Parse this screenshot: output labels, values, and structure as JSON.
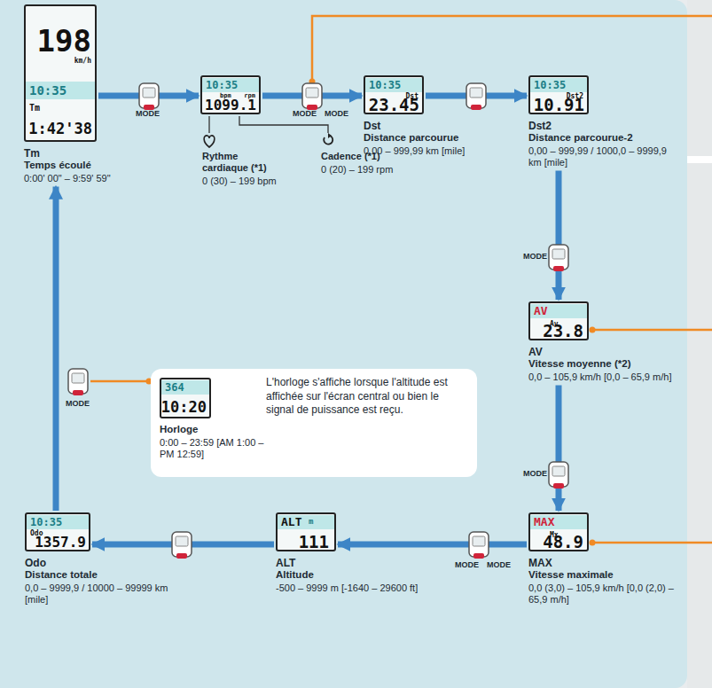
{
  "diagram": {
    "nodes": [
      {
        "text": [
          "198",
          "km/h",
          "10:35",
          "Tm",
          "1:42'38",
          "Tm",
          "Temps écoulé",
          "0:00' 00\" – 9:59' 59\""
        ]
      },
      {
        "text": [
          "10:35",
          "bpm",
          "rpm",
          "109",
          "9.1"
        ]
      },
      {
        "text": [
          "10:35",
          "Dst",
          "23.45",
          "Dst",
          "Distance parcourue",
          "0,00 – 999,99 km [mile]"
        ]
      },
      {
        "text": [
          "10:35",
          "Dst2",
          "10.91",
          "Dst2",
          "Distance parcourue-2",
          "0,00 – 999,99 / 1000,0 – 9999,9 km [mile]"
        ]
      },
      {
        "text": [
          "AV",
          "Av",
          "23.8",
          "AV",
          "Vitesse moyenne (*2)",
          "0,0 – 105,9 km/h [0,0 – 65,9 m/h]"
        ]
      },
      {
        "text": [
          "MAX",
          "Mx",
          "48.9",
          "MAX",
          "Vitesse maximale",
          "0,0 (3,0) – 105,9 km/h [0,0 (2,0) – 65,9 m/h]"
        ]
      },
      {
        "text": [
          "ALT",
          "m",
          "111",
          "ALT",
          "Altitude",
          "-500 – 9999 m [-1640 – 29600 ft]"
        ]
      },
      {
        "text": [
          "10:35",
          "Odo",
          "1357.9",
          "Odo",
          "Distance totale",
          "0,0 – 9999,9 / 10000 – 99999 km [mile]"
        ]
      },
      {
        "text": [
          "364",
          "10:20",
          "Horloge",
          "0:00 – 23:59 [AM 1:00 – PM 12:59]",
          "L'horloge s'affiche lorsque l'altitude est affichée sur l'écran central ou bien le signal de puissance est reçu."
        ]
      }
    ],
    "edges": [
      {
        "from": 0,
        "to": 1,
        "arrow": "to"
      },
      {
        "from": 1,
        "to": 2,
        "arrow": "to"
      },
      {
        "from": 2,
        "to": 3,
        "arrow": "to"
      },
      {
        "from": 3,
        "to": 4,
        "arrow": "to"
      },
      {
        "from": 4,
        "to": 5,
        "arrow": "to"
      },
      {
        "from": 5,
        "to": 6,
        "arrow": "to"
      },
      {
        "from": 6,
        "to": 7,
        "arrow": "to"
      },
      {
        "from": 7,
        "to": 0,
        "arrow": "to"
      }
    ],
    "labels": [
      "MODE",
      "MODE",
      "MODE",
      "Rythme cardiaque (*1)",
      "0 (30) – 199 bpm",
      "Cadence (*1)",
      "0 (20) – 199 rpm",
      "MODE",
      "MODE",
      "MODE",
      "MODE",
      "MODE"
    ]
  }
}
